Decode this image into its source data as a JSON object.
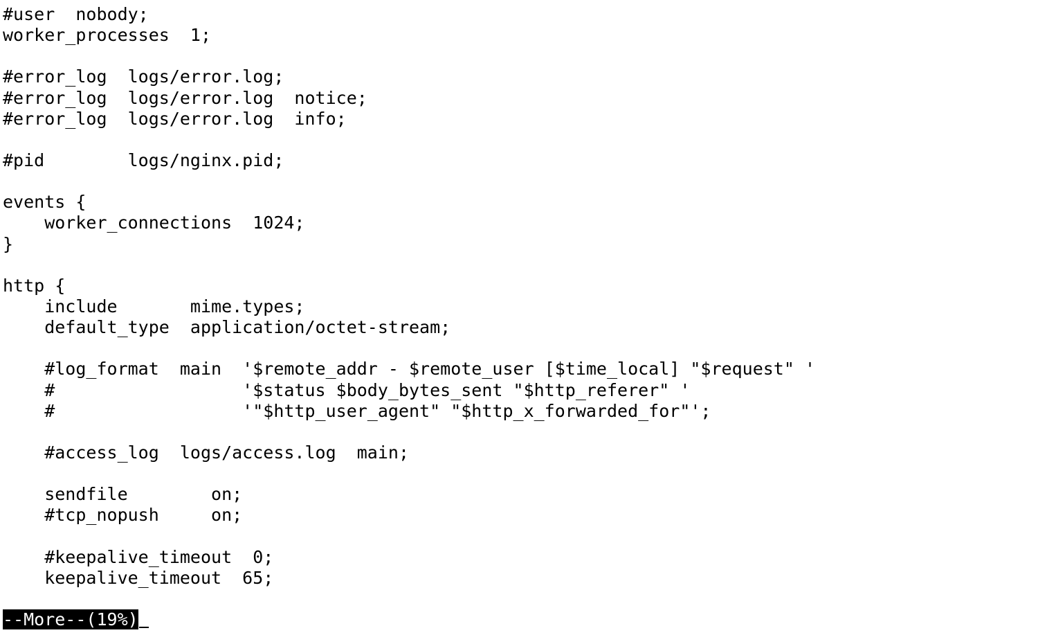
{
  "terminal": {
    "lines": [
      "#user  nobody;",
      "worker_processes  1;",
      "",
      "#error_log  logs/error.log;",
      "#error_log  logs/error.log  notice;",
      "#error_log  logs/error.log  info;",
      "",
      "#pid        logs/nginx.pid;",
      "",
      "events {",
      "    worker_connections  1024;",
      "}",
      "",
      "http {",
      "    include       mime.types;",
      "    default_type  application/octet-stream;",
      "",
      "    #log_format  main  '$remote_addr - $remote_user [$time_local] \"$request\" '",
      "    #                  '$status $body_bytes_sent \"$http_referer\" '",
      "    #                  '\"$http_user_agent\" \"$http_x_forwarded_for\"';",
      "",
      "    #access_log  logs/access.log  main;",
      "",
      "    sendfile        on;",
      "    #tcp_nopush     on;",
      "",
      "    #keepalive_timeout  0;",
      "    keepalive_timeout  65;",
      ""
    ],
    "pager_prompt": "--More--(19%)",
    "colors": {
      "background": "#ffffff",
      "text": "#000000",
      "prompt_background": "#000000",
      "prompt_text": "#ffffff"
    }
  }
}
